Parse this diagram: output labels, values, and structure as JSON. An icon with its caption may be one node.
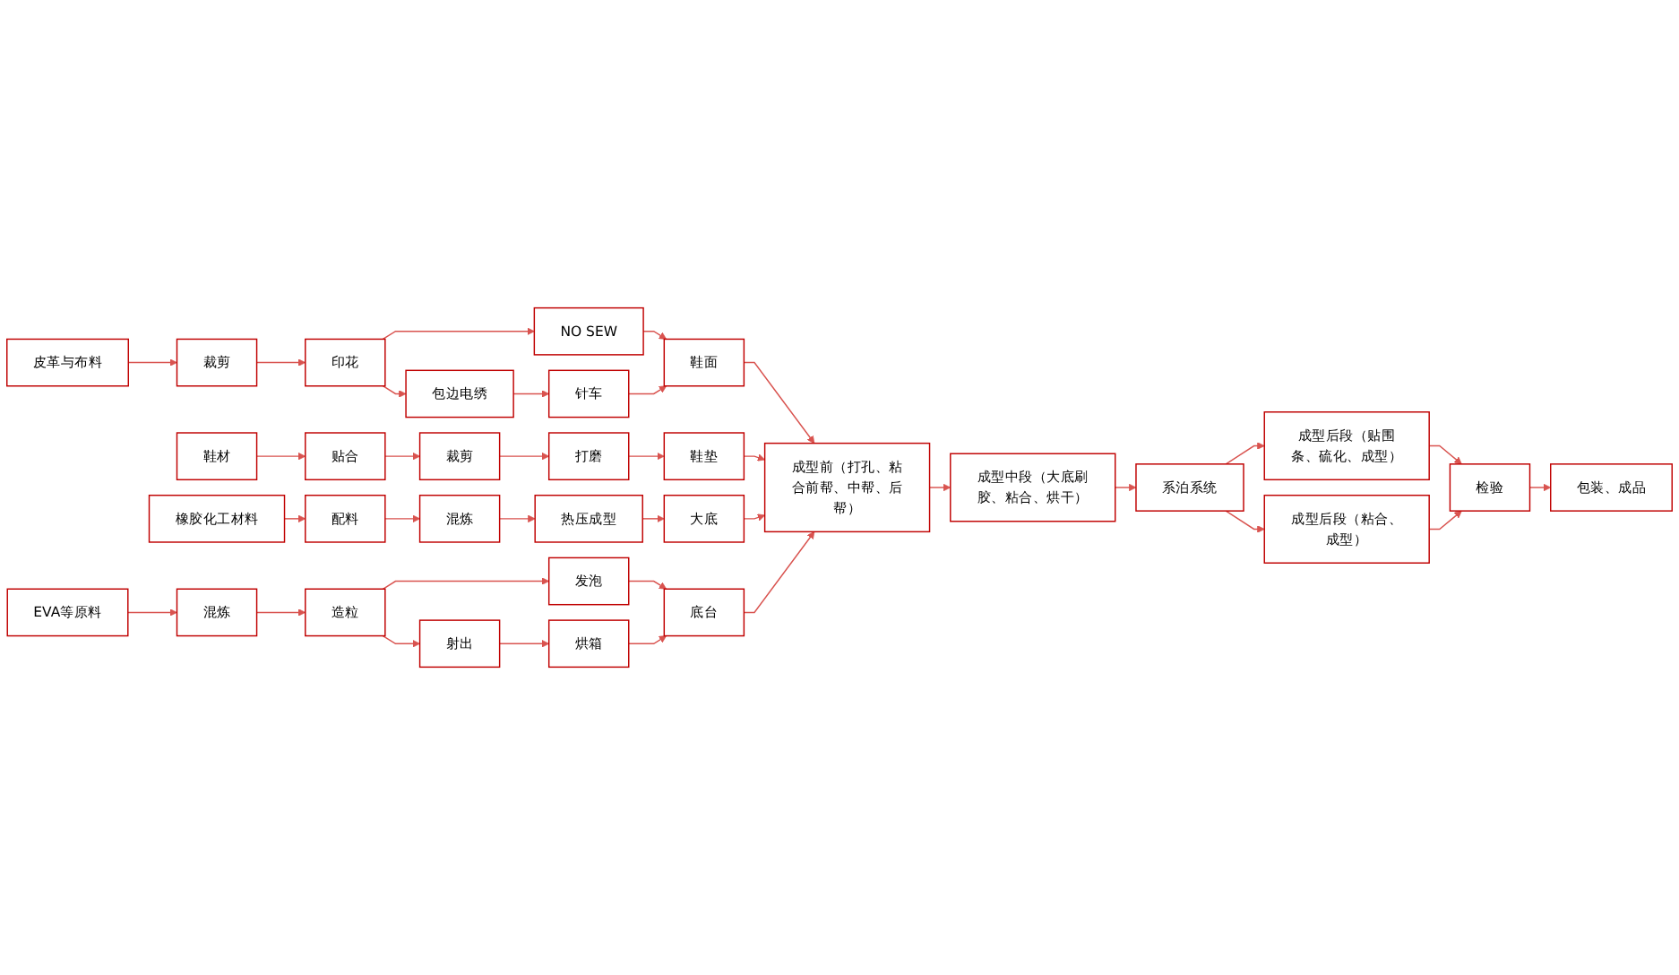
{
  "diagram": {
    "nodes": [
      {
        "text": [
          "皮革与布料"
        ]
      },
      {
        "text": [
          "裁剪"
        ]
      },
      {
        "text": [
          "印花"
        ]
      },
      {
        "text": [
          "NO SEW"
        ]
      },
      {
        "text": [
          "包边电绣"
        ]
      },
      {
        "text": [
          "针车"
        ]
      },
      {
        "text": [
          "鞋面"
        ]
      },
      {
        "text": [
          "鞋材"
        ]
      },
      {
        "text": [
          "贴合"
        ]
      },
      {
        "text": [
          "裁剪"
        ]
      },
      {
        "text": [
          "打磨"
        ]
      },
      {
        "text": [
          "鞋垫"
        ]
      },
      {
        "text": [
          "橡胶化工材料"
        ]
      },
      {
        "text": [
          "配料"
        ]
      },
      {
        "text": [
          "混炼"
        ]
      },
      {
        "text": [
          "热压成型"
        ]
      },
      {
        "text": [
          "大底"
        ]
      },
      {
        "text": [
          "EVA等原料"
        ]
      },
      {
        "text": [
          "混炼"
        ]
      },
      {
        "text": [
          "造粒"
        ]
      },
      {
        "text": [
          "发泡"
        ]
      },
      {
        "text": [
          "射出"
        ]
      },
      {
        "text": [
          "烘箱"
        ]
      },
      {
        "text": [
          "底台"
        ]
      },
      {
        "text": [
          "成型前（打孔、粘合前帮、中帮、后帮）"
        ]
      },
      {
        "text": [
          "成型中段（大底刷胶、粘合、烘干）"
        ]
      },
      {
        "text": [
          "系泊系统"
        ]
      },
      {
        "text": [
          "成型后段（贴围条、硫化、成型）"
        ]
      },
      {
        "text": [
          "成型后段（粘合、成型）"
        ]
      },
      {
        "text": [
          "检验"
        ]
      },
      {
        "text": [
          "包装、成品"
        ]
      }
    ],
    "edges": [
      {
        "from": 0,
        "to": 1,
        "arrow": "to"
      },
      {
        "from": 1,
        "to": 2,
        "arrow": "to"
      },
      {
        "from": 2,
        "to": 3,
        "arrow": "to"
      },
      {
        "from": 2,
        "to": 4,
        "arrow": "to"
      },
      {
        "from": 4,
        "to": 5,
        "arrow": "to"
      },
      {
        "from": 3,
        "to": 6,
        "arrow": "to"
      },
      {
        "from": 5,
        "to": 6,
        "arrow": "to"
      },
      {
        "from": 6,
        "to": 24,
        "arrow": "to"
      },
      {
        "from": 7,
        "to": 8,
        "arrow": "to"
      },
      {
        "from": 8,
        "to": 9,
        "arrow": "to"
      },
      {
        "from": 9,
        "to": 10,
        "arrow": "to"
      },
      {
        "from": 10,
        "to": 11,
        "arrow": "to"
      },
      {
        "from": 11,
        "to": 24,
        "arrow": "to"
      },
      {
        "from": 12,
        "to": 13,
        "arrow": "to"
      },
      {
        "from": 13,
        "to": 14,
        "arrow": "to"
      },
      {
        "from": 14,
        "to": 15,
        "arrow": "to"
      },
      {
        "from": 15,
        "to": 16,
        "arrow": "to"
      },
      {
        "from": 16,
        "to": 24,
        "arrow": "to"
      },
      {
        "from": 17,
        "to": 18,
        "arrow": "to"
      },
      {
        "from": 18,
        "to": 19,
        "arrow": "to"
      },
      {
        "from": 19,
        "to": 20,
        "arrow": "to"
      },
      {
        "from": 19,
        "to": 21,
        "arrow": "to"
      },
      {
        "from": 21,
        "to": 22,
        "arrow": "to"
      },
      {
        "from": 20,
        "to": 23,
        "arrow": "to"
      },
      {
        "from": 22,
        "to": 23,
        "arrow": "to"
      },
      {
        "from": 23,
        "to": 24,
        "arrow": "to"
      },
      {
        "from": 24,
        "to": 25,
        "arrow": "to"
      },
      {
        "from": 25,
        "to": 26,
        "arrow": "to"
      },
      {
        "from": 26,
        "to": 27,
        "arrow": "to"
      },
      {
        "from": 26,
        "to": 28,
        "arrow": "to"
      },
      {
        "from": 27,
        "to": 29,
        "arrow": "to"
      },
      {
        "from": 28,
        "to": 29,
        "arrow": "to"
      },
      {
        "from": 29,
        "to": 30,
        "arrow": "to"
      }
    ]
  }
}
